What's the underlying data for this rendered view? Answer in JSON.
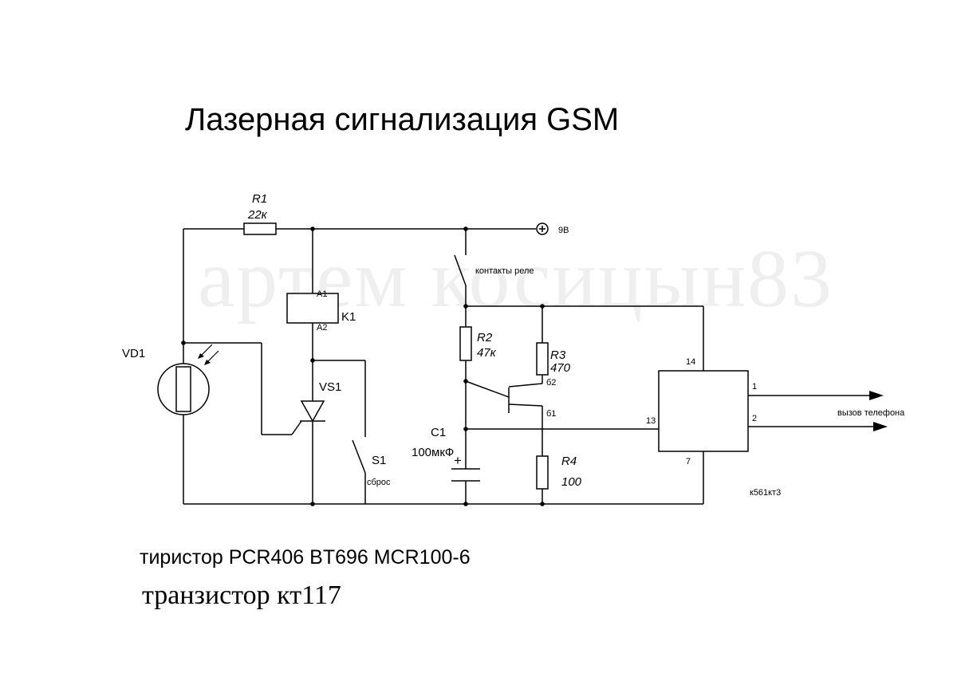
{
  "title": "Лазерная сигнализация GSM",
  "watermark": "артем косицын83",
  "notes": {
    "thyristor": "тиристор PCR406 BT696 MCR100-6",
    "transistor": "транзистор кт117"
  },
  "components": {
    "r1": {
      "name": "R1",
      "value": "22к"
    },
    "power": {
      "value": "9В"
    },
    "relay_contacts": {
      "label": "контакты реле"
    },
    "k1": {
      "name": "K1",
      "pin_a1": "A1",
      "pin_a2": "A2"
    },
    "vd1": {
      "name": "VD1"
    },
    "vs1": {
      "name": "VS1"
    },
    "s1": {
      "name": "S1",
      "label": "сброс"
    },
    "r2": {
      "name": "R2",
      "value": "47к"
    },
    "r3": {
      "name": "R3",
      "value": "470"
    },
    "r4": {
      "name": "R4",
      "value": "100"
    },
    "c1": {
      "name": "C1",
      "value": "100мкФ"
    },
    "transistor_pins": {
      "b2": "б2",
      "b1": "б1"
    },
    "ic": {
      "name": "к561кт3",
      "pin14": "14",
      "pin13": "13",
      "pin7": "7",
      "pin1": "1",
      "pin2": "2"
    },
    "output": {
      "label": "вызов телефона"
    }
  }
}
